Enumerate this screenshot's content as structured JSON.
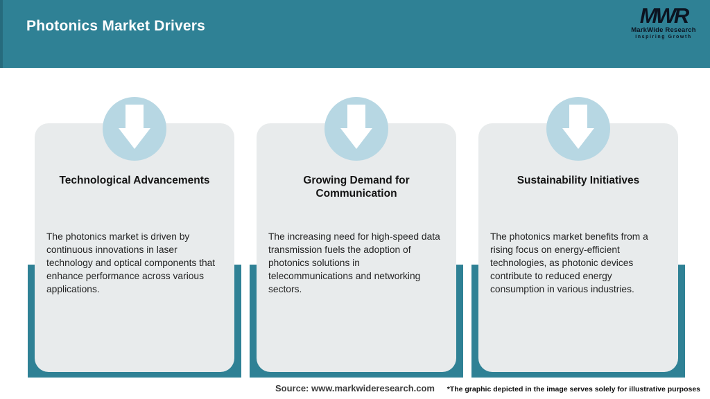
{
  "header": {
    "title": "Photonics Market Drivers",
    "logo": {
      "monogram": "MWR",
      "name": "MarkWide Research",
      "tagline": "Inspiring Growth"
    }
  },
  "cards": [
    {
      "icon": "down-arrow-icon",
      "title": "Technological Advancements",
      "body": "The photonics market is driven by continuous innovations in laser technology and optical components that enhance performance across various applications."
    },
    {
      "icon": "down-arrow-icon",
      "title": "Growing Demand for Communication",
      "body": "The increasing need for high-speed data transmission fuels the adoption of photonics solutions in telecommunications and networking sectors."
    },
    {
      "icon": "down-arrow-icon",
      "title": "Sustainability Initiatives",
      "body": "The photonics market benefits from a rising focus on energy-efficient technologies, as photonic devices contribute to reduced energy consumption in various industries."
    }
  ],
  "footer": {
    "source": "Source: www.markwideresearch.com",
    "disclaimer": "*The graphic depicted in the image serves solely for illustrative purposes"
  },
  "colors": {
    "teal": "#2f8195",
    "teal_dark_edge": "#266b7d",
    "circle_blue": "#b7d7e3",
    "card_background": "#e8ebec",
    "header_text": "#ffffff",
    "body_text": "#242424"
  }
}
